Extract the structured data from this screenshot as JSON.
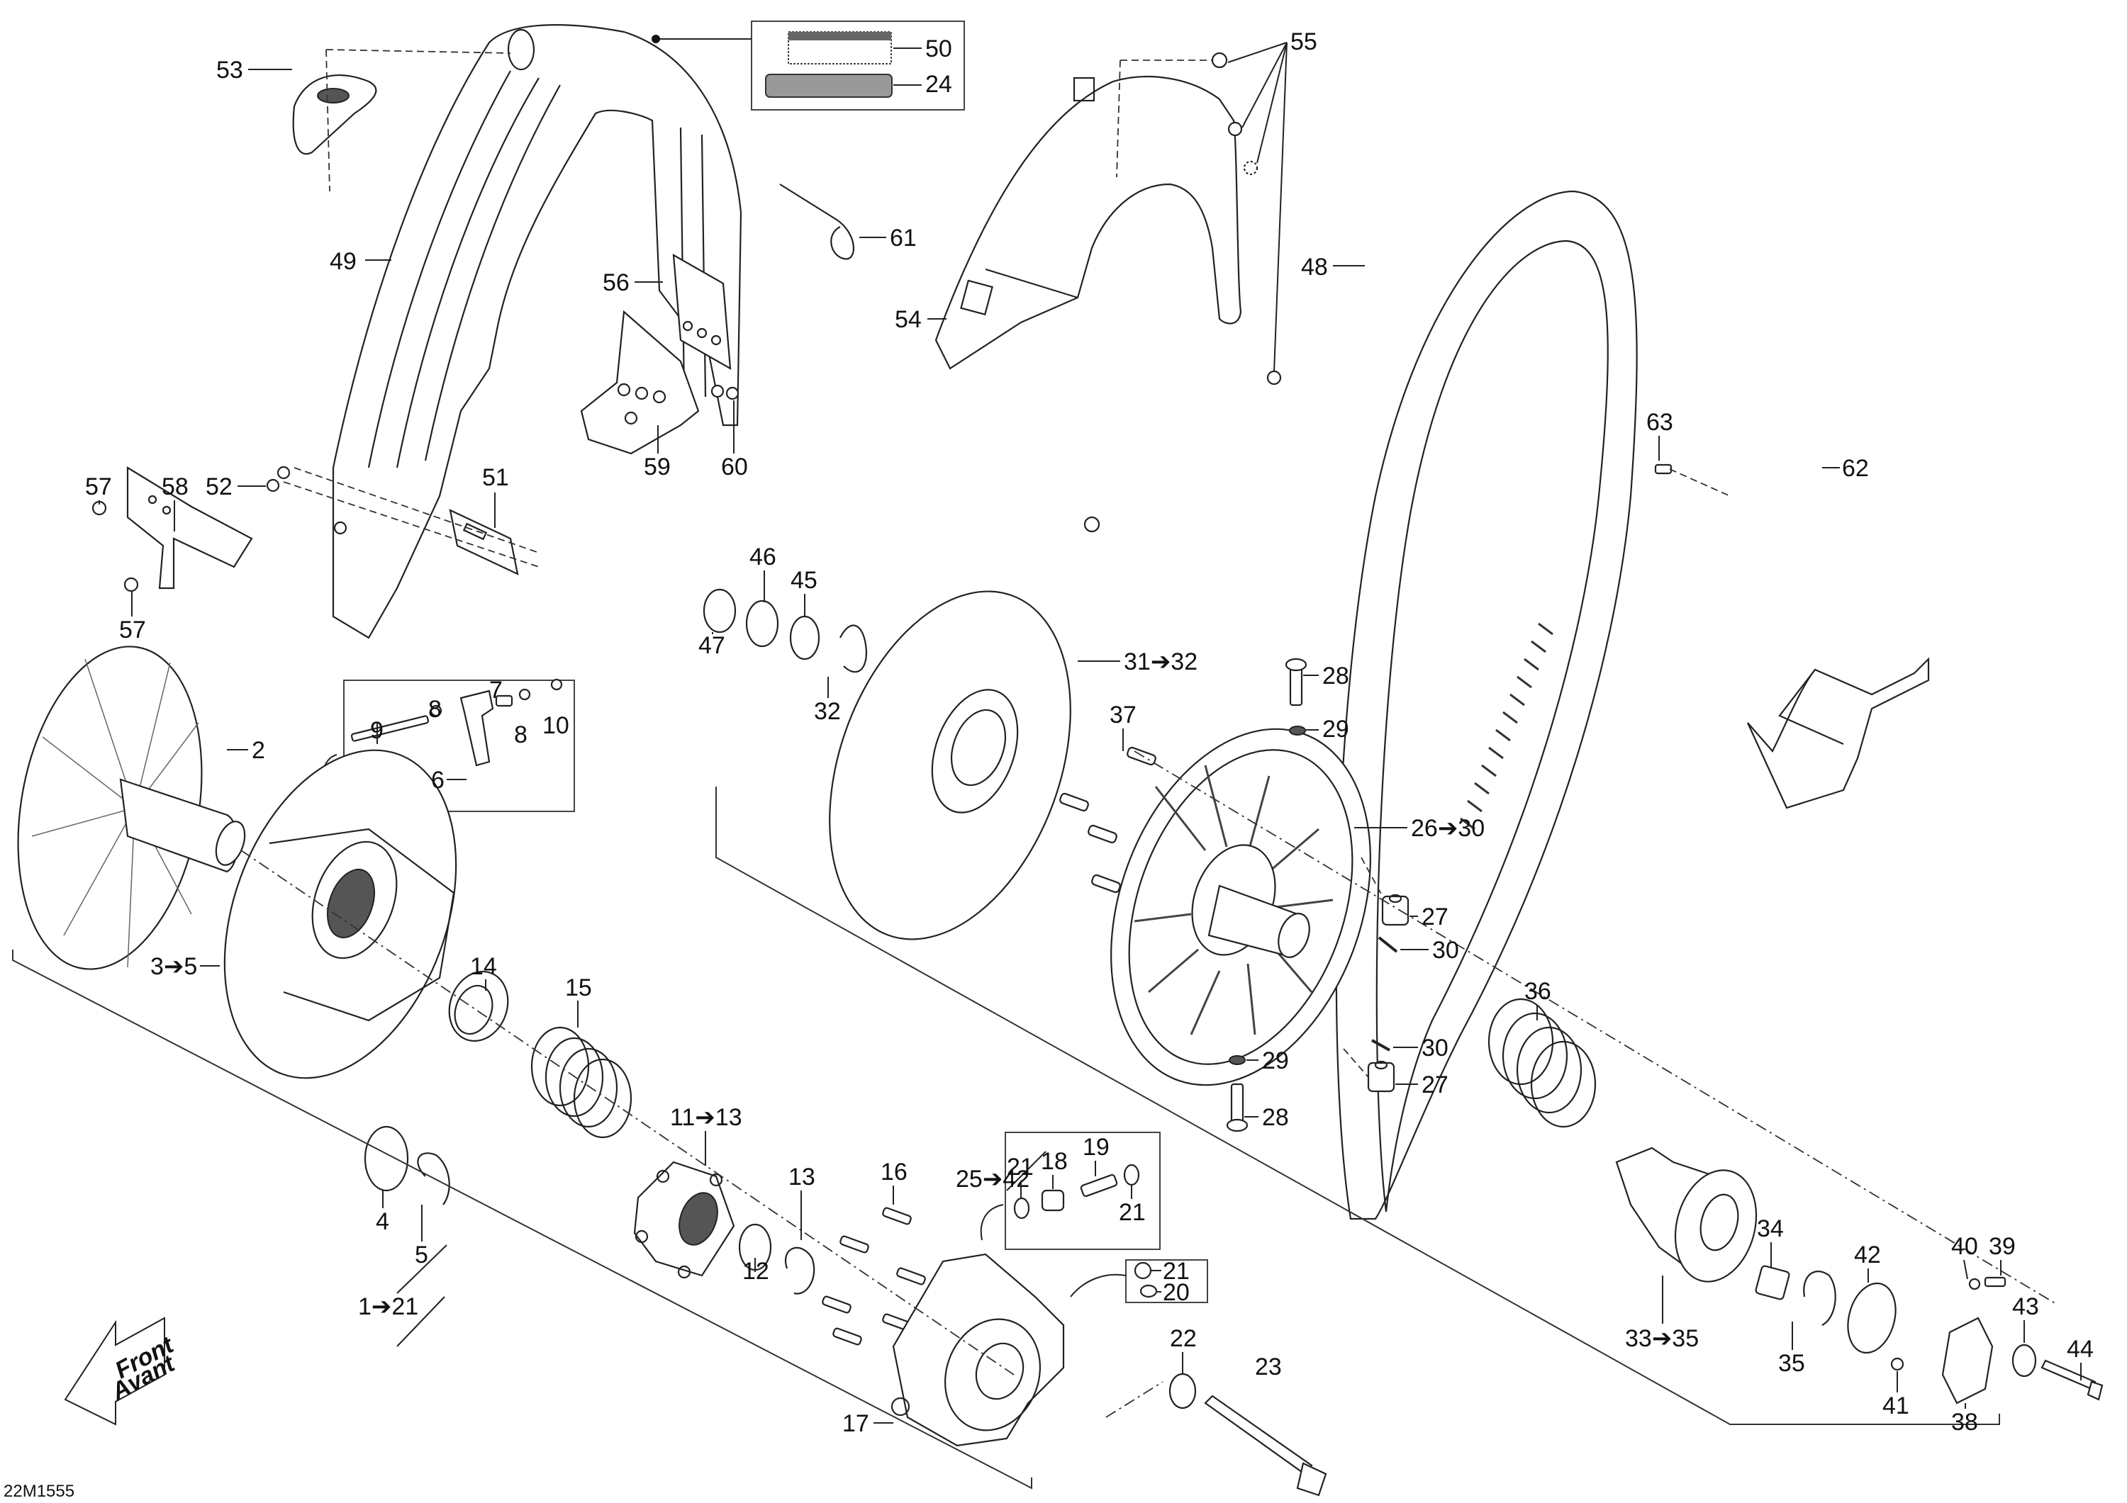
{
  "diagram": {
    "title": "Exploded parts view: drive pulley, driven pulley, belt and belt guard",
    "catalog_id": "22M1555",
    "front_arrow": {
      "line1": "Front",
      "line2": "Avant"
    },
    "decal_box": {
      "labels": [
        "50",
        "24"
      ]
    },
    "callouts": {
      "c53": "53",
      "c50": "50",
      "c24": "24",
      "c49": "49",
      "c61": "61",
      "c56": "56",
      "c55": "55",
      "c54": "54",
      "c48": "48",
      "c63": "63",
      "c62": "62",
      "c59": "59",
      "c60": "60",
      "c57a": "57",
      "c58": "58",
      "c52": "52",
      "c51": "51",
      "c57b": "57",
      "c47": "47",
      "c46": "46",
      "c45": "45",
      "c32": "32",
      "c31_32": "31➔32",
      "c28a": "28",
      "c29a": "29",
      "c37": "37",
      "c26_30": "26➔30",
      "c27a": "27",
      "c30a": "30",
      "c36": "36",
      "c30b": "30",
      "c27b": "27",
      "c29b": "29",
      "c28b": "28",
      "c25_42": "25➔42",
      "c2": "2",
      "c9": "9",
      "c8a": "8",
      "c7": "7",
      "c8b": "8",
      "c10": "10",
      "c6": "6",
      "c3_5": "3➔5",
      "c14": "14",
      "c15": "15",
      "c4": "4",
      "c5": "5",
      "c11_13": "11➔13",
      "c13": "13",
      "c12": "12",
      "c16": "16",
      "c1_21": "1➔21",
      "c21a": "21",
      "c18": "18",
      "c19": "19",
      "c21b": "21",
      "c21c": "21",
      "c20": "20",
      "c22": "22",
      "c23": "23",
      "c17": "17",
      "c34": "34",
      "c33_35": "33➔35",
      "c35": "35",
      "c42": "42",
      "c40": "40",
      "c39": "39",
      "c41": "41",
      "c43": "43",
      "c44": "44",
      "c38": "38"
    }
  }
}
